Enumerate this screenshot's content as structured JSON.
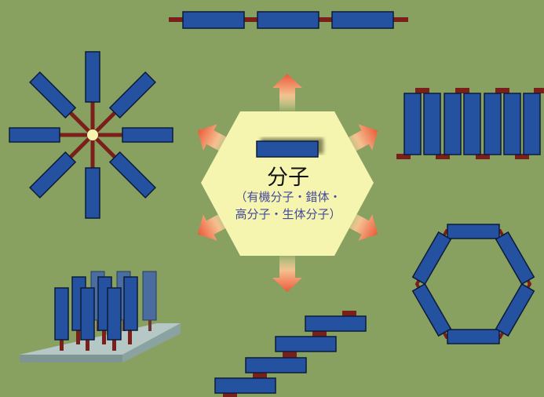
{
  "center": {
    "title": "分子",
    "subtitle_line1": "（有機分子・錯体・",
    "subtitle_line2": "高分子・生体分子）"
  },
  "colors": {
    "background": "#88a060",
    "hexagon": "#f5f5b0",
    "block_fill": "#2451a0",
    "block_stroke": "#0c1c3a",
    "linker": "#7a1f1a",
    "arrow": "#f08050",
    "substrate": "#9ab0ae"
  },
  "assemblies": [
    "linear-chain",
    "star",
    "stacked-column",
    "vertical-array-on-substrate",
    "staircase",
    "hexagonal-ring"
  ]
}
